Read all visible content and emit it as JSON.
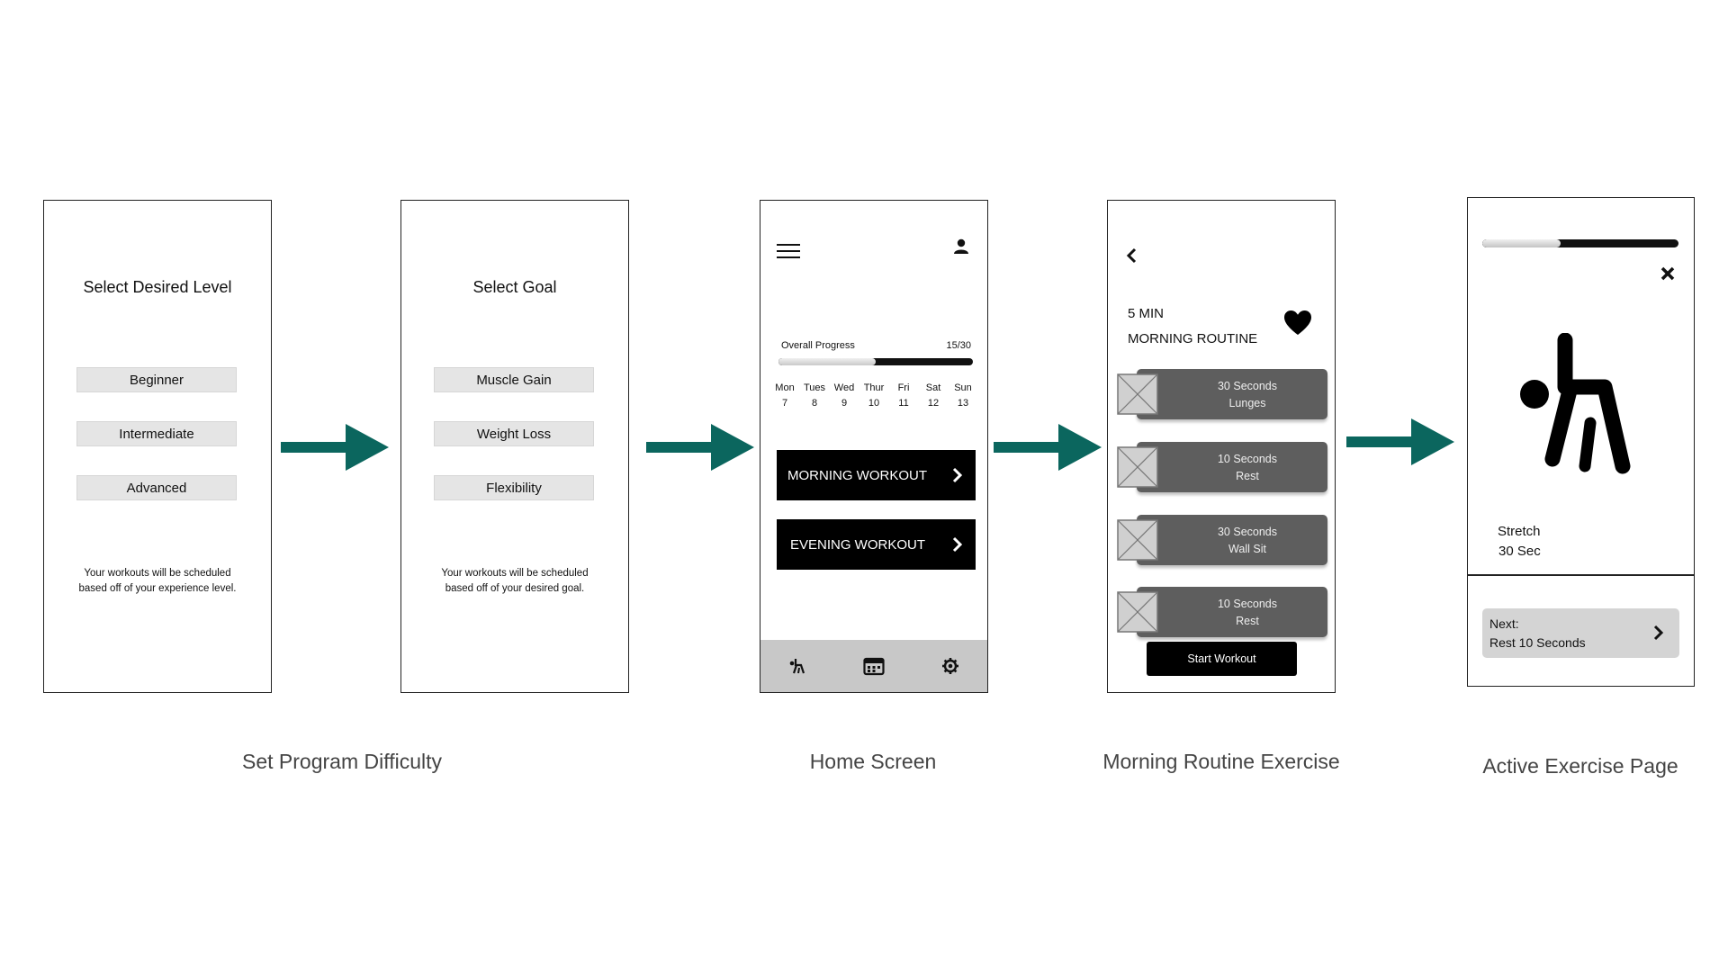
{
  "screens": {
    "level": {
      "title": "Select Desired Level",
      "options": [
        "Beginner",
        "Intermediate",
        "Advanced"
      ],
      "note_line1": "Your workouts will be scheduled",
      "note_line2": "based off of your experience level."
    },
    "goal": {
      "title": "Select Goal",
      "options": [
        "Muscle Gain",
        "Weight Loss",
        "Flexibility"
      ],
      "note_line1": "Your workouts will be scheduled",
      "note_line2": "based off of your desired goal."
    },
    "home": {
      "progress_label": "Overall Progress",
      "progress_value": "15/30",
      "progress_fraction": 0.5,
      "days": [
        {
          "name": "Mon",
          "num": "7"
        },
        {
          "name": "Tues",
          "num": "8"
        },
        {
          "name": "Wed",
          "num": "9"
        },
        {
          "name": "Thur",
          "num": "10"
        },
        {
          "name": "Fri",
          "num": "11"
        },
        {
          "name": "Sat",
          "num": "12"
        },
        {
          "name": "Sun",
          "num": "13"
        }
      ],
      "morning_label": "MORNING WORKOUT",
      "evening_label": "EVENING WORKOUT"
    },
    "routine": {
      "duration": "5 MIN",
      "name": "MORNING ROUTINE",
      "exercises": [
        {
          "line1": "30 Seconds",
          "line2": "Lunges"
        },
        {
          "line1": "10 Seconds",
          "line2": "Rest"
        },
        {
          "line1": "30 Seconds",
          "line2": "Wall Sit"
        },
        {
          "line1": "10 Seconds",
          "line2": "Rest"
        }
      ],
      "start_label": "Start Workout"
    },
    "active": {
      "exercise_name": "Stretch",
      "exercise_time": "30 Sec",
      "next_label": "Next:",
      "next_value": "Rest 10 Seconds",
      "progress_fraction": 0.4
    }
  },
  "captions": {
    "difficulty": "Set Program Difficulty",
    "home": "Home Screen",
    "routine": "Morning Routine Exercise",
    "active": "Active Exercise Page"
  },
  "colors": {
    "arrow": "#0b665e",
    "button_dark": "#000000",
    "card_gray": "#5e5e5e",
    "option_gray": "#e5e5e5"
  }
}
